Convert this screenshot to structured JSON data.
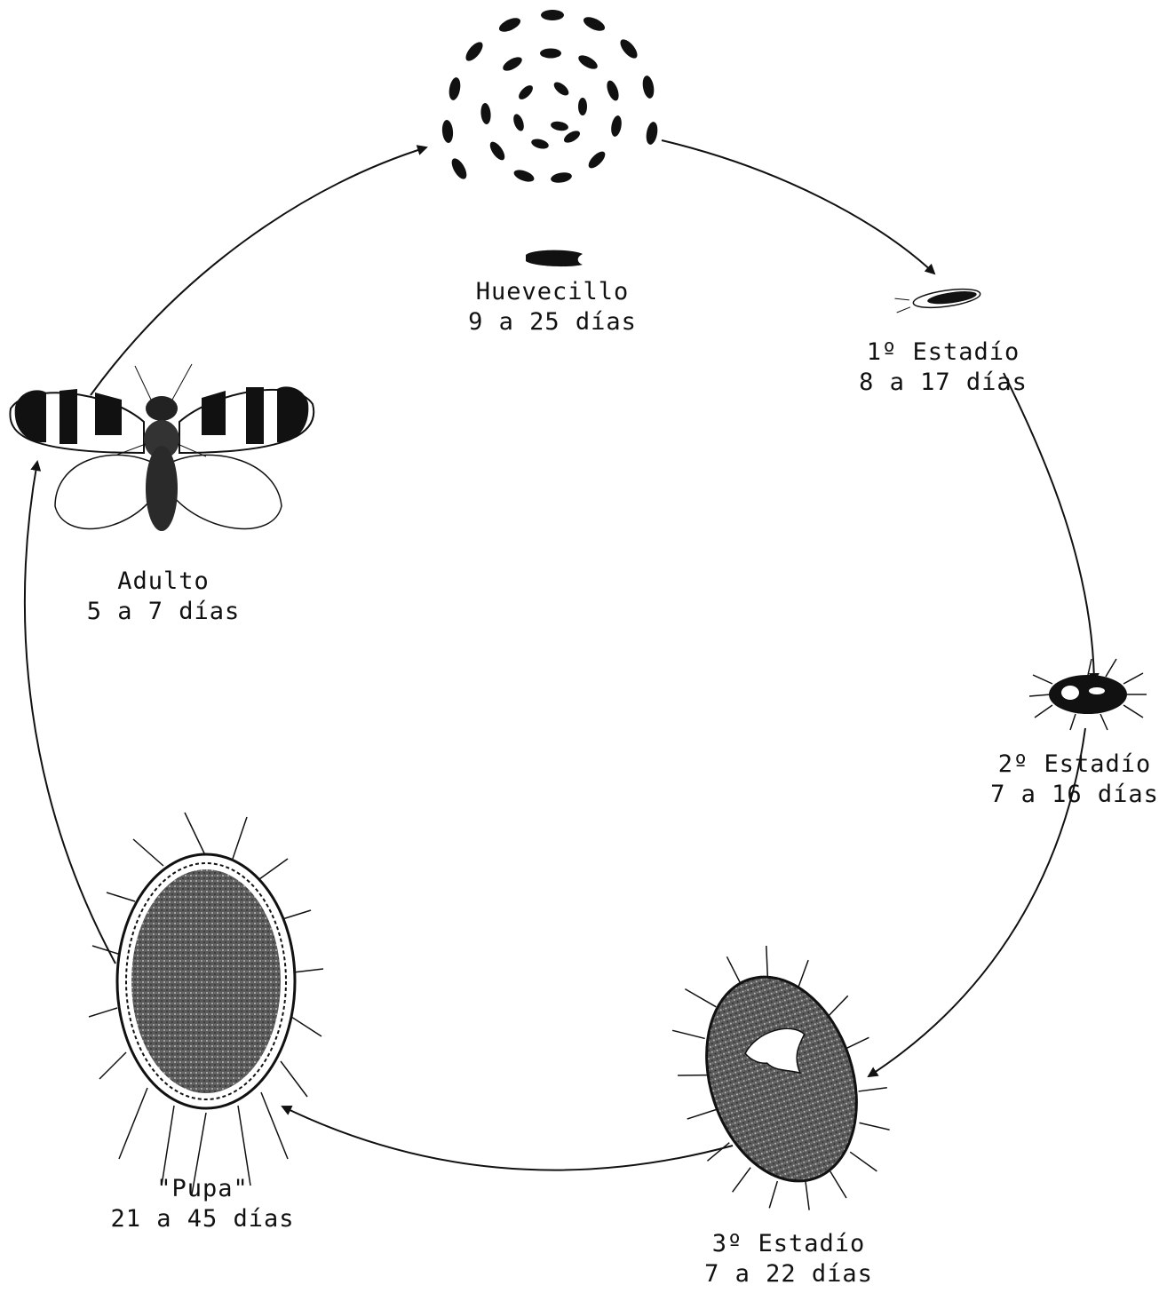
{
  "diagram": {
    "title": "",
    "stages": [
      {
        "id": "huevecillo",
        "name": "Huevecillo",
        "duration": "9 a 25 días"
      },
      {
        "id": "estadio1",
        "name": "1º Estadío",
        "duration": "8 a 17 días"
      },
      {
        "id": "estadio2",
        "name": "2º Estadío",
        "duration": "7 a 16 días"
      },
      {
        "id": "estadio3",
        "name": "3º Estadío",
        "duration": "7 a 22 días"
      },
      {
        "id": "pupa",
        "name": "\"Pupa\"",
        "duration": "21 a 45 días"
      },
      {
        "id": "adulto",
        "name": "Adulto",
        "duration": "5 a 7 días"
      }
    ],
    "colors": {
      "ink": "#111111",
      "background": "#ffffff",
      "stipple": "#4a4a4a"
    }
  }
}
